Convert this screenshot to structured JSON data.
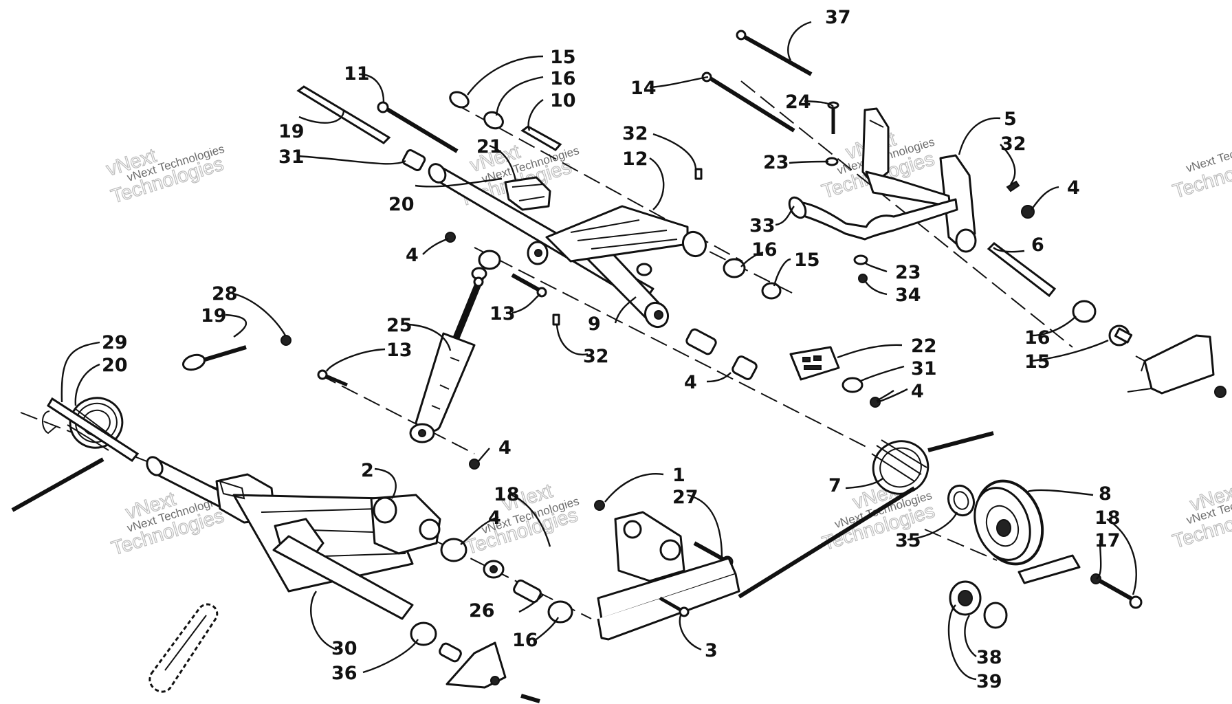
{
  "watermark": {
    "company": "vNext Technologies",
    "line1": "vNext",
    "line2": "Technologies"
  },
  "callouts": [
    {
      "id": "c37",
      "text": "37"
    },
    {
      "id": "c11",
      "text": "11"
    },
    {
      "id": "c15a",
      "text": "15"
    },
    {
      "id": "c16a",
      "text": "16"
    },
    {
      "id": "c10",
      "text": "10"
    },
    {
      "id": "c14",
      "text": "14"
    },
    {
      "id": "c24",
      "text": "24"
    },
    {
      "id": "c5",
      "text": "5"
    },
    {
      "id": "c32a",
      "text": "32"
    },
    {
      "id": "c19a",
      "text": "19"
    },
    {
      "id": "c31a",
      "text": "31"
    },
    {
      "id": "c21",
      "text": "21"
    },
    {
      "id": "c32b",
      "text": "32"
    },
    {
      "id": "c12",
      "text": "12"
    },
    {
      "id": "c23a",
      "text": "23"
    },
    {
      "id": "c4a",
      "text": "4"
    },
    {
      "id": "c20a",
      "text": "20"
    },
    {
      "id": "c33",
      "text": "33"
    },
    {
      "id": "c4b",
      "text": "4"
    },
    {
      "id": "c16b",
      "text": "16"
    },
    {
      "id": "c15b",
      "text": "15"
    },
    {
      "id": "c23b",
      "text": "23"
    },
    {
      "id": "c6",
      "text": "6"
    },
    {
      "id": "c34",
      "text": "34"
    },
    {
      "id": "c13a",
      "text": "13"
    },
    {
      "id": "c25",
      "text": "25"
    },
    {
      "id": "c13b",
      "text": "13"
    },
    {
      "id": "c9",
      "text": "9"
    },
    {
      "id": "c32c",
      "text": "32"
    },
    {
      "id": "c22",
      "text": "22"
    },
    {
      "id": "c16c",
      "text": "16"
    },
    {
      "id": "c15c",
      "text": "15"
    },
    {
      "id": "c4c",
      "text": "4"
    },
    {
      "id": "c28",
      "text": "28"
    },
    {
      "id": "c19b",
      "text": "19"
    },
    {
      "id": "c29",
      "text": "29"
    },
    {
      "id": "c20b",
      "text": "20"
    },
    {
      "id": "c31b",
      "text": "31"
    },
    {
      "id": "c4d",
      "text": "4"
    },
    {
      "id": "c4e",
      "text": "4"
    },
    {
      "id": "c1",
      "text": "1"
    },
    {
      "id": "c2",
      "text": "2"
    },
    {
      "id": "c18a",
      "text": "18"
    },
    {
      "id": "c4f",
      "text": "4"
    },
    {
      "id": "c27",
      "text": "27"
    },
    {
      "id": "c7",
      "text": "7"
    },
    {
      "id": "c8",
      "text": "8"
    },
    {
      "id": "c18b",
      "text": "18"
    },
    {
      "id": "c17",
      "text": "17"
    },
    {
      "id": "c35",
      "text": "35"
    },
    {
      "id": "c26",
      "text": "26"
    },
    {
      "id": "c16d",
      "text": "16"
    },
    {
      "id": "c3",
      "text": "3"
    },
    {
      "id": "c30",
      "text": "30"
    },
    {
      "id": "c36",
      "text": "36"
    },
    {
      "id": "c38",
      "text": "38"
    },
    {
      "id": "c39",
      "text": "39"
    }
  ]
}
